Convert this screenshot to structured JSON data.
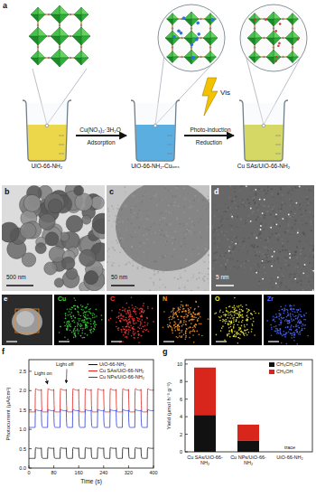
{
  "diagram": {
    "nodes": [
      {
        "text": [
          "UiO-66-NH₂"
        ]
      },
      {
        "text": [
          "UiO-66-NH₂-Cuᵢₒₙₛ"
        ]
      },
      {
        "text": [
          "Cu SAs/UiO-66-NH₂"
        ]
      }
    ],
    "edges": [
      {
        "from": 0,
        "to": 1,
        "arrow": "to",
        "label": "Adsorption"
      },
      {
        "from": 1,
        "to": 2,
        "arrow": "to",
        "label": "Reduction"
      }
    ],
    "labels": [
      "a",
      "Cu(NO₃)₂·3H₂O",
      "Photo-induction",
      "Vis",
      "b",
      "500 nm",
      "c",
      "50 nm",
      "d",
      "5 nm",
      "e",
      "Cu",
      "C",
      "N",
      "O",
      "Zr",
      "f",
      "Photocurrent (μA/cm²)",
      "Time (s)",
      "0.0",
      "0.5",
      "1.0",
      "1.5",
      "2.0",
      "2.5",
      "0",
      "80",
      "160",
      "240",
      "320",
      "400",
      "Light on",
      "Light off",
      "g",
      "Yield (μmol h⁻¹ g⁻¹)",
      "0",
      "2",
      "4",
      "6",
      "8",
      "10",
      "Cu SAs/UiO-66-NH₂",
      "Cu NPs/UiO-66-NH₂",
      "UiO-66-NH₂",
      "trace"
    ],
    "legend": [
      {
        "text": "UiO-66-NH₂"
      },
      {
        "text": "Cu SAs/UiO-66-NH₂"
      },
      {
        "text": "Cu NPs/UiO-66-NH₂"
      },
      {
        "text": "CH₃CH₂OH",
        "color": "#111111"
      },
      {
        "text": "CH₃OH",
        "color": "#d8261c"
      }
    ]
  }
}
